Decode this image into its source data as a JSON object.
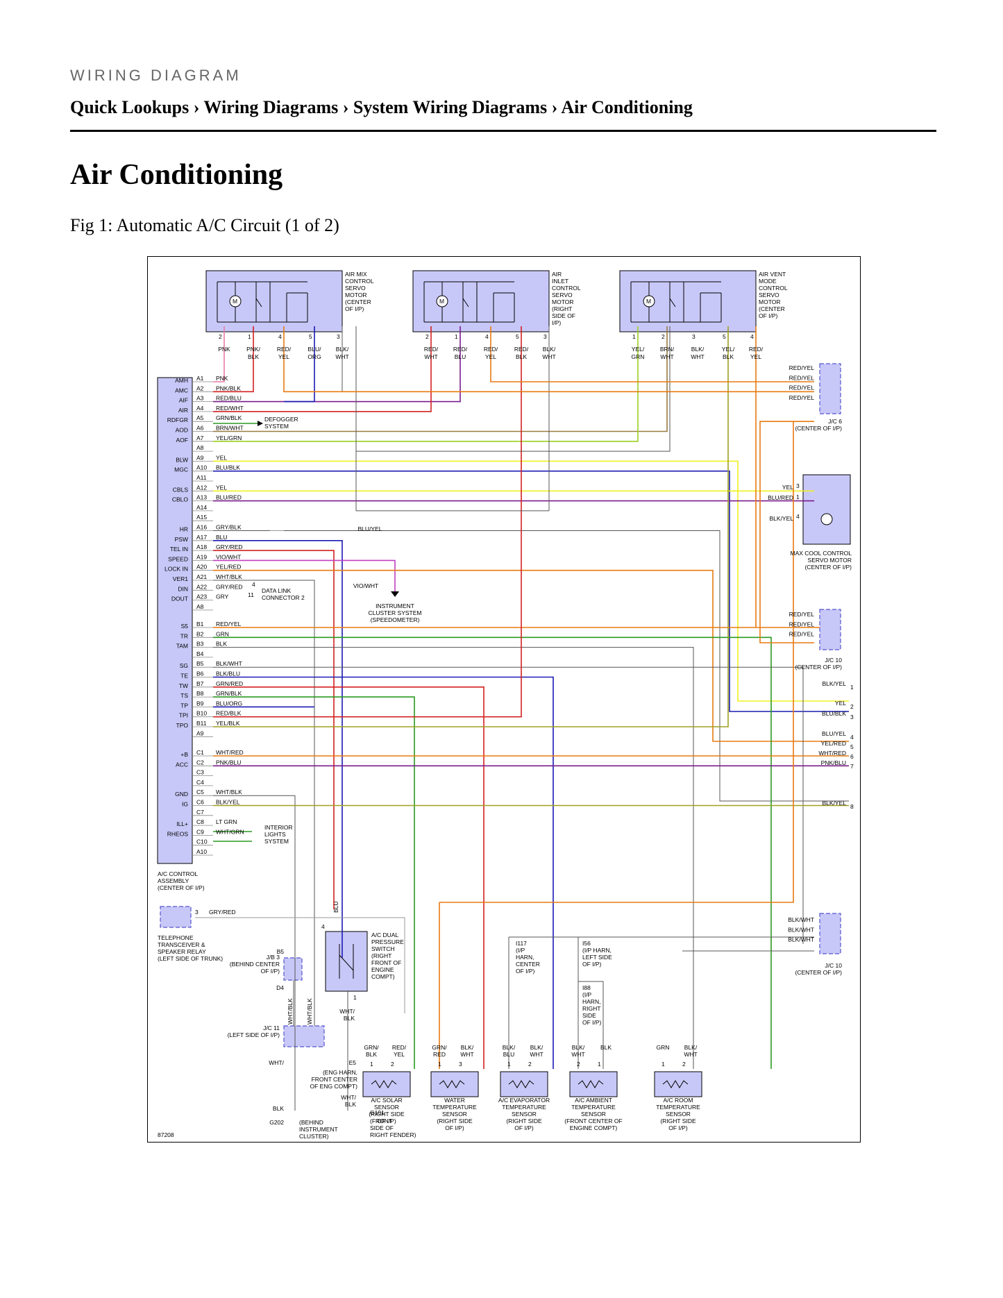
{
  "header": {
    "kicker": "WIRING DIAGRAM",
    "breadcrumb": "Quick Lookups › Wiring Diagrams › System Wiring Diagrams › Air Conditioning",
    "title": "Air Conditioning",
    "figure_caption": "Fig 1: Automatic A/C Circuit (1 of 2)"
  },
  "diagram": {
    "id_number": "87208",
    "motors": [
      {
        "name": "AIR MIX CONTROL SERVO MOTOR",
        "loc": "(CENTER OF I/P)",
        "lines": [
          "AIR MIX",
          "CONTROL",
          "SERVO",
          "MOTOR",
          "(CENTER",
          "OF I/P)"
        ]
      },
      {
        "name": "AIR INLET CONTROL SERVO MOTOR",
        "lines": [
          "AIR",
          "INLET",
          "CONTROL",
          "SERVO",
          "MOTOR",
          "(RIGHT",
          "SIDE OF",
          "I/P)"
        ]
      },
      {
        "name": "AIR VENT MODE CONTROL SERVO MOTOR",
        "lines": [
          "AIR VENT",
          "MODE",
          "CONTROL",
          "SERVO",
          "MOTOR",
          "(CENTER",
          "OF I/P)"
        ]
      }
    ],
    "motor1_pins": [
      "2",
      "1",
      "4",
      "5",
      "3"
    ],
    "motor1_wires": [
      [
        "PNK",
        ""
      ],
      [
        "PNK/",
        "BLK"
      ],
      [
        "RED/",
        "YEL"
      ],
      [
        "BLU/",
        "ORG"
      ],
      [
        "BLK/",
        "WHT"
      ]
    ],
    "motor2_pins": [
      "2",
      "1",
      "4",
      "5",
      "3"
    ],
    "motor2_wires": [
      [
        "RED/",
        "WHT"
      ],
      [
        "RED/",
        "BLU"
      ],
      [
        "RED/",
        "YEL"
      ],
      [
        "RED/",
        "BLK"
      ],
      [
        "BLK/",
        "WHT"
      ]
    ],
    "motor3_pins": [
      "1",
      "2",
      "3",
      "5",
      "4"
    ],
    "motor3_wires": [
      [
        "YEL/",
        "GRN"
      ],
      [
        "BRN/",
        "WHT"
      ],
      [
        "BLK/",
        "WHT"
      ],
      [
        "YEL/",
        "BLK"
      ],
      [
        "RED/",
        "YEL"
      ]
    ],
    "ecu_labels_a": [
      "AMH",
      "AMC",
      "AIF",
      "AIR",
      "RDFGR",
      "AOD",
      "AOF",
      "",
      "BLW",
      "MGC",
      "",
      "CBLS",
      "CBLO",
      "",
      "",
      "HR",
      "PSW",
      "TEL IN",
      "SPEED",
      "LOCK IN",
      "VER1",
      "DIN",
      "DOUT",
      ""
    ],
    "pins_a": [
      "A1",
      "A2",
      "A3",
      "A4",
      "A5",
      "A6",
      "A7",
      "A8",
      "A9",
      "A10",
      "A11",
      "A12",
      "A13",
      "A14",
      "A15",
      "A16",
      "A17",
      "A18",
      "A19",
      "A20",
      "A21",
      "A22",
      "A23",
      "A8"
    ],
    "wires_a": [
      "PNK",
      "PNK/BLK",
      "RED/BLU",
      "RED/WHT",
      "GRN/BLK",
      "BRN/WHT",
      "YEL/GRN",
      "",
      "YEL",
      "BLU/BLK",
      "",
      "YEL",
      "BLU/RED",
      "",
      "",
      "GRY/BLK",
      "BLU",
      "GRY/RED",
      "VIO/WHT",
      "YEL/RED",
      "WHT/BLK",
      "GRY/RED",
      "GRY",
      ""
    ],
    "ecu_labels_b": [
      "S5",
      "TR",
      "TAM",
      "",
      "SG",
      "TE",
      "TW",
      "TS",
      "TP",
      "TPI",
      "TPO",
      ""
    ],
    "pins_b": [
      "B1",
      "B2",
      "B3",
      "B4",
      "B5",
      "B6",
      "B7",
      "B8",
      "B9",
      "B10",
      "B11",
      "A9"
    ],
    "wires_b": [
      "RED/YEL",
      "GRN",
      "BLK",
      "",
      "BLK/WHT",
      "BLK/BLU",
      "GRN/RED",
      "GRN/BLK",
      "BLU/ORG",
      "RED/BLK",
      "YEL/BLK",
      ""
    ],
    "ecu_labels_c": [
      "+B",
      "ACC",
      "",
      "",
      "GND",
      "IG",
      "",
      "ILL+",
      "RHEOS",
      ""
    ],
    "pins_c": [
      "C1",
      "C2",
      "C3",
      "C4",
      "C5",
      "C6",
      "C7",
      "C8",
      "C9",
      "C10",
      "A10"
    ],
    "wires_c": [
      "WHT/RED",
      "PNK/BLU",
      "",
      "",
      "WHT/BLK",
      "BLK/YEL",
      "",
      "LT GRN",
      "WHT/GRN",
      "",
      ""
    ],
    "ecu_caption": [
      "A/C CONTROL",
      "ASSEMBLY",
      "(CENTER OF I/P)"
    ],
    "defogger": [
      "DEFOGGER",
      "SYSTEM"
    ],
    "dlc": [
      "DATA LINK",
      "CONNECTOR 2"
    ],
    "dlc_pins": [
      "4",
      "11"
    ],
    "cluster": [
      "INSTRUMENT",
      "CLUSTER SYSTEM",
      "(SPEEDOMETER)"
    ],
    "vio_wht": "VIO/WHT",
    "blu_yel_mid": "BLU/YEL",
    "interior": [
      "INTERIOR",
      "LIGHTS",
      "SYSTEM"
    ],
    "jc6_wires": [
      "RED/YEL",
      "RED/YEL",
      "RED/YEL",
      "RED/YEL"
    ],
    "jc6_caption": [
      "J/C 6",
      "(CENTER OF I/P)"
    ],
    "maxcool_wires": [
      "YEL",
      "BLU/RED",
      "BLK/YEL"
    ],
    "maxcool_pins": [
      "3",
      "1",
      "4"
    ],
    "maxcool_caption": [
      "MAX COOL CONTROL",
      "SERVO MOTOR",
      "(CENTER OF I/P)"
    ],
    "jc10a_wires": [
      "RED/YEL",
      "RED/YEL",
      "RED/YEL"
    ],
    "jc10a_caption": [
      "J/C 10",
      "(CENTER OF I/P)"
    ],
    "right_outputs": [
      {
        "label": "BLK/YEL",
        "pin": "1"
      },
      {
        "label": "YEL",
        "pin": "2"
      },
      {
        "label": "BLU/BLK",
        "pin": "3"
      },
      {
        "label": "BLU/YEL",
        "pin": "4"
      },
      {
        "label": "YEL/RED",
        "pin": "5"
      },
      {
        "label": "WHT/RED",
        "pin": "6"
      },
      {
        "label": "PNK/BLU",
        "pin": "7"
      },
      {
        "label": "BLK/YEL",
        "pin": "8"
      }
    ],
    "jc10b_wires": [
      "BLK/WHT",
      "BLK/WHT",
      "BLK/WHT"
    ],
    "jc10b_caption": [
      "J/C 10",
      "(CENTER OF I/P)"
    ],
    "telephone": [
      "TELEPHONE",
      "TRANSCEIVER &",
      "SPEAKER RELAY",
      "(LEFT SIDE OF TRUNK)"
    ],
    "telephone_pin": "3",
    "telephone_wire": "GRY/RED",
    "jb3": [
      "J/B 3",
      "(BEHIND CENTER",
      "OF I/P)"
    ],
    "b5": "B5",
    "d4": "D4",
    "wht_blk": "WHT/BLK",
    "jc11": [
      "J/C 11",
      "(LEFT SIDE OF I/P)"
    ],
    "wht_short": "WHT/",
    "blk": "BLK",
    "g202": "G202",
    "g202_loc": [
      "(BEHIND",
      "INSTRUMENT",
      "CLUSTER)"
    ],
    "switch": [
      "A/C DUAL",
      "PRESSURE",
      "SWITCH",
      "(RIGHT",
      "FRONT OF",
      "ENGINE",
      "COMPT)"
    ],
    "switch_pins": [
      "4",
      "1"
    ],
    "blu_vertical": "BLU",
    "switch_wire": [
      "WHT/",
      "BLK"
    ],
    "e5": "E5",
    "e5_loc": [
      "(ENG HARN,",
      "FRONT CENTER",
      "OF ENG COMPT)"
    ],
    "e5_wire": [
      "WHT/",
      "BLK"
    ],
    "g101": "G101",
    "g101_loc": [
      "(FRONT",
      "SIDE OF",
      "RIGHT FENDER)"
    ],
    "i117": [
      "I117",
      "(I/P",
      "HARN,",
      "CENTER",
      "OF I/P)"
    ],
    "i56": [
      "I56",
      "(I/P HARN,",
      "LEFT SIDE",
      "OF I/P)"
    ],
    "i88": [
      "I88",
      "(I/P",
      "HARN,",
      "RIGHT",
      "SIDE",
      "OF I/P)"
    ],
    "sensors": [
      {
        "name": [
          "A/C SOLAR",
          "SENSOR",
          "(RIGHT SIDE",
          "OF I/P)"
        ],
        "pins": [
          "1",
          "2"
        ],
        "wires": [
          [
            "GRN/",
            "BLK"
          ],
          [
            "RED/",
            "YEL"
          ]
        ]
      },
      {
        "name": [
          "WATER",
          "TEMPERATURE",
          "SENSOR",
          "(RIGHT SIDE",
          "OF I/P)"
        ],
        "pins": [
          "1",
          "3"
        ],
        "wires": [
          [
            "GRN/",
            "RED"
          ],
          [
            "BLK/",
            "WHT"
          ]
        ]
      },
      {
        "name": [
          "A/C EVAPORATOR",
          "TEMPERATURE",
          "SENSOR",
          "(RIGHT SIDE",
          "OF I/P)"
        ],
        "pins": [
          "1",
          "2"
        ],
        "wires": [
          [
            "BLK/",
            "BLU"
          ],
          [
            "BLK/",
            "WHT"
          ]
        ]
      },
      {
        "name": [
          "A/C AMBIENT",
          "TEMPERATURE",
          "SENSOR",
          "(FRONT CENTER OF",
          "ENGINE COMPT)"
        ],
        "pins": [
          "2",
          "1"
        ],
        "wires": [
          [
            "BLK/",
            "WHT"
          ],
          [
            "BLK",
            ""
          ]
        ]
      },
      {
        "name": [
          "A/C ROOM",
          "TEMPERATURE",
          "SENSOR",
          "(RIGHT SIDE",
          "OF I/P)"
        ],
        "pins": [
          "1",
          "2"
        ],
        "wires": [
          [
            "GRN",
            ""
          ],
          [
            "BLK/",
            "WHT"
          ]
        ]
      }
    ],
    "colors": {
      "pink": "#e87ca8",
      "red": "#d42020",
      "orange": "#e87a10",
      "purple": "#7a1a8c",
      "blue": "#1a1ab4",
      "yellow": "#f0f020",
      "green": "#2a9a20",
      "lime": "#9ad020",
      "olive": "#a0a020",
      "gray": "#999999",
      "darkgray": "#555555",
      "magenta": "#c040c0",
      "brown": "#9a7a40",
      "black": "#222222"
    }
  }
}
